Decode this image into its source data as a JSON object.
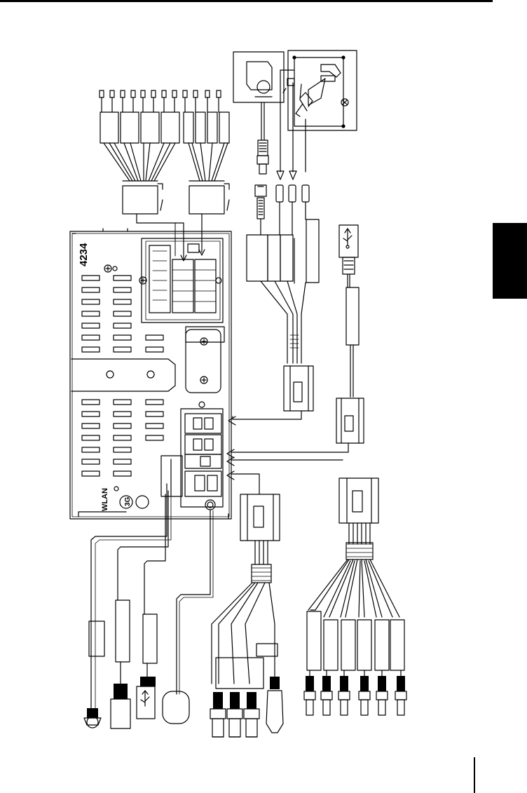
{
  "page": {
    "header_rule": true,
    "section_tab_color": "#000000"
  },
  "head_unit": {
    "model_label": "4234",
    "wlan_label": "WLAN",
    "port_3g_label": "3G"
  },
  "components": [
    "iso-connector-a",
    "iso-connector-b",
    "camera-module",
    "steering-remote-box",
    "usb-plug-right",
    "multi-pin-connector-1",
    "multi-pin-connector-2",
    "multi-pin-connector-3",
    "multi-pin-connector-4",
    "gps-antenna",
    "usb-plug-left",
    "rca-outputs-left",
    "rca-outputs-right"
  ],
  "colors": {
    "line": "#000000",
    "background": "#ffffff"
  }
}
